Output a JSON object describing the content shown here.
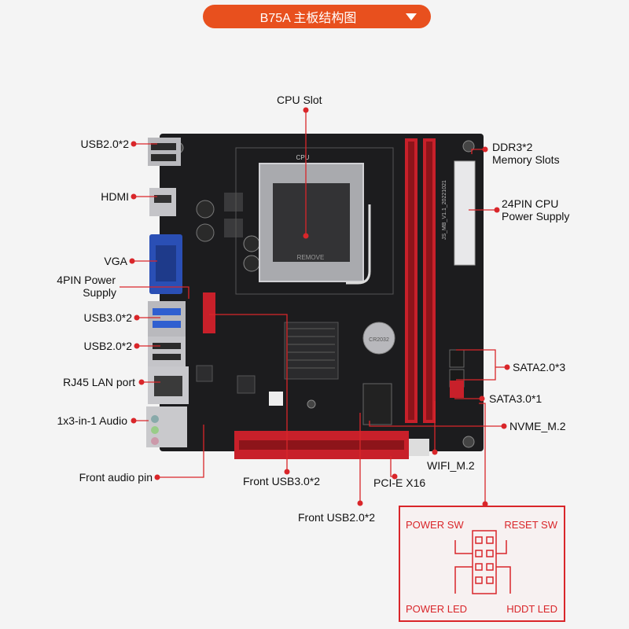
{
  "header": {
    "title": "B75A  主板结构图"
  },
  "colors": {
    "accent": "#e8501e",
    "callout": "#d9262a",
    "board": "#1c1c1e",
    "slot_red": "#c8202a"
  },
  "labels": {
    "cpu_slot": "CPU Slot",
    "usb20_top": "USB2.0*2",
    "hdmi": "HDMI",
    "vga": "VGA",
    "pin4_line1": "4PIN Power",
    "pin4_line2": "Supply",
    "usb30": "USB3.0*2",
    "usb20_mid": "USB2.0*2",
    "rj45": "RJ45 LAN port",
    "audio": "1x3-in-1 Audio",
    "front_audio": "Front audio pin",
    "ddr3_line1": "DDR3*2",
    "ddr3_line2": "Memory Slots",
    "pin24_line1": "24PIN CPU",
    "pin24_line2": "Power Supply",
    "sata2": "SATA2.0*3",
    "sata3": "SATA3.0*1",
    "nvme": "NVME_M.2",
    "wifi": "WIFI_M.2",
    "front_usb30": "Front USB3.0*2",
    "pcie": "PCI-E X16",
    "front_usb20": "Front USB2.0*2"
  },
  "board_text": {
    "cpu": "CPU",
    "remove": "REMOVE",
    "model": "JS_MB_V1.1_20221021",
    "chip": "CR2032"
  },
  "panel": {
    "power_sw": "POWER SW",
    "reset_sw": "RESET SW",
    "power_led": "POWER LED",
    "hddt_led": "HDDT LED"
  }
}
